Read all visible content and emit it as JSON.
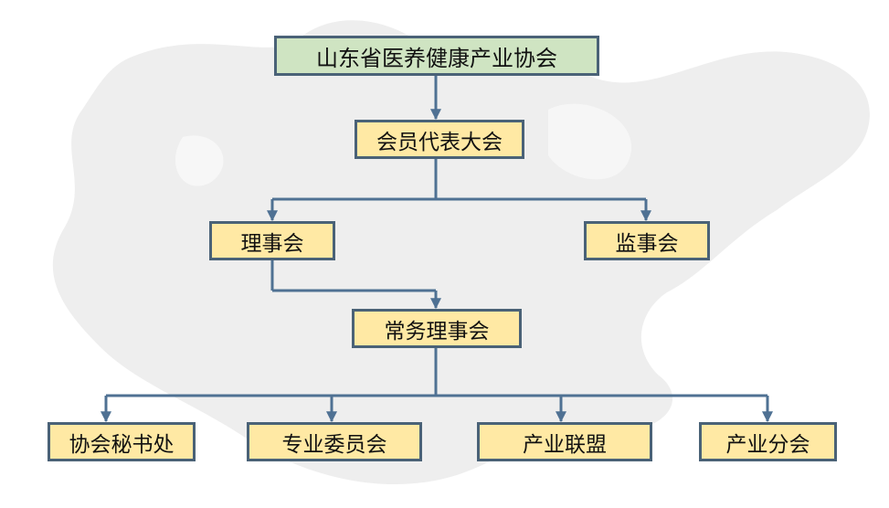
{
  "org_chart": {
    "root": "山东省医养健康产业协会",
    "assembly": "会员代表大会",
    "council": "理事会",
    "supervisors": "监事会",
    "standing_council": "常务理事会",
    "departments": [
      "协会秘书处",
      "专业委员会",
      "产业联盟",
      "产业分会"
    ]
  },
  "colors": {
    "box_fill": "#ffe9a4",
    "root_fill": "#cfe4c2",
    "border": "#4a6277",
    "connector": "#4f7193"
  }
}
